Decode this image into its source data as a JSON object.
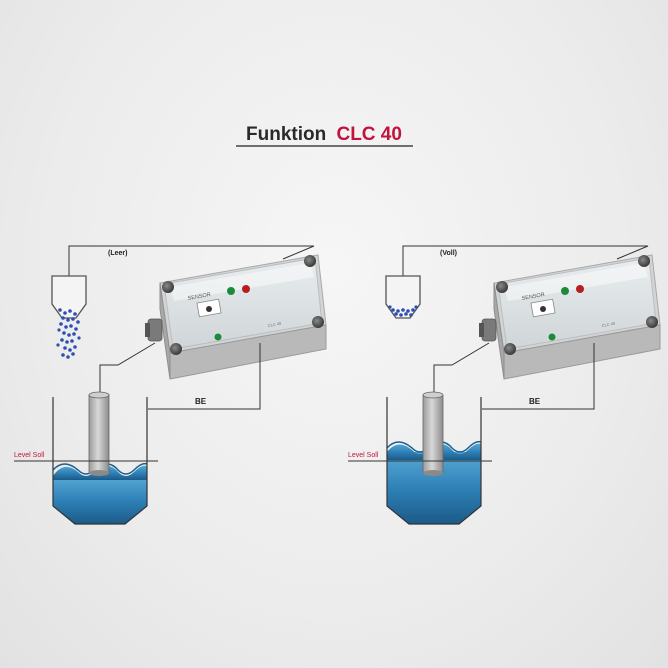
{
  "title": {
    "prefix": "Funktion",
    "product": "CLC 40"
  },
  "left_panel": {
    "state_label": "(Leer)",
    "be_label": "BE",
    "level_label": "Level Soll",
    "state": "empty"
  },
  "right_panel": {
    "state_label": "(Voll)",
    "be_label": "BE",
    "level_label": "Level Soll",
    "state": "full"
  },
  "colors": {
    "accent": "#c0143c",
    "water_light": "#3f93c6",
    "water_dark": "#1d5f8e",
    "granules": "#2b4fb3",
    "line": "#333333"
  }
}
